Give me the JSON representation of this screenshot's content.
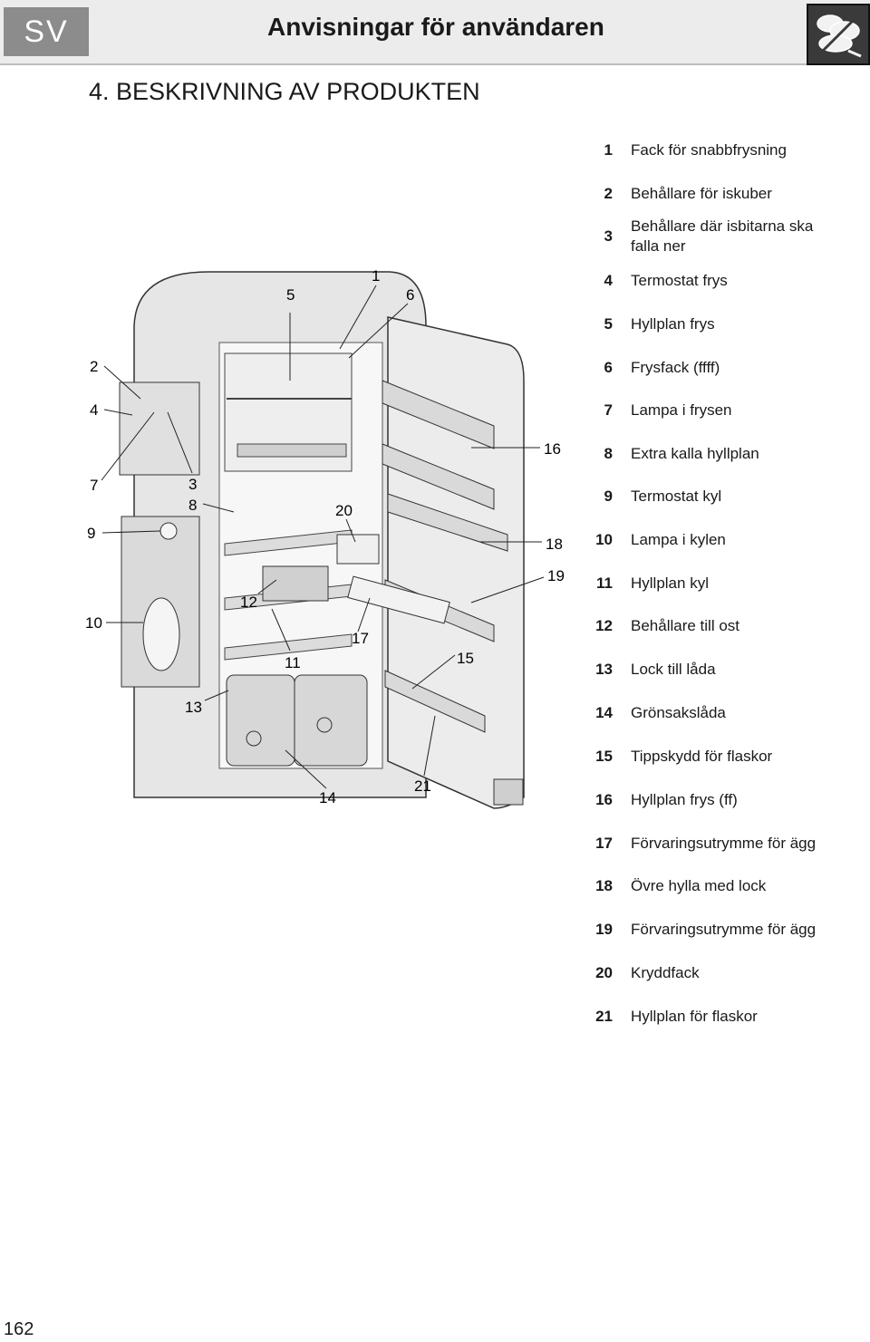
{
  "header": {
    "lang": "SV",
    "title": "Anvisningar för användaren"
  },
  "section": {
    "title": "4. BESKRIVNING AV PRODUKTEN"
  },
  "legend": [
    {
      "num": "1",
      "label": "Fack för snabbfrysning"
    },
    {
      "num": "2",
      "label": "Behållare för iskuber"
    },
    {
      "num": "3",
      "label": "Behållare där isbitarna ska falla ner"
    },
    {
      "num": "4",
      "label": "Termostat frys"
    },
    {
      "num": "5",
      "label": "Hyllplan frys"
    },
    {
      "num": "6",
      "label": "Frysfack (ffff)"
    },
    {
      "num": "7",
      "label": "Lampa i frysen"
    },
    {
      "num": "8",
      "label": "Extra kalla hyllplan"
    },
    {
      "num": "9",
      "label": "Termostat kyl"
    },
    {
      "num": "10",
      "label": "Lampa i kylen"
    },
    {
      "num": "11",
      "label": "Hyllplan kyl"
    },
    {
      "num": "12",
      "label": "Behållare till ost"
    },
    {
      "num": "13",
      "label": "Lock till låda"
    },
    {
      "num": "14",
      "label": "Grönsakslåda"
    },
    {
      "num": "15",
      "label": "Tippskydd för flaskor"
    },
    {
      "num": "16",
      "label": "Hyllplan frys (ff)"
    },
    {
      "num": "17",
      "label": "Förvaringsutrymme för ägg"
    },
    {
      "num": "18",
      "label": "Övre hylla med lock"
    },
    {
      "num": "19",
      "label": "Förvaringsutrymme för ägg"
    },
    {
      "num": "20",
      "label": "Kryddfack"
    },
    {
      "num": "21",
      "label": "Hyllplan för flaskor"
    }
  ],
  "callouts": [
    "1",
    "2",
    "3",
    "4",
    "5",
    "6",
    "7",
    "8",
    "9",
    "10",
    "11",
    "12",
    "13",
    "14",
    "15",
    "16",
    "17",
    "18",
    "19",
    "20",
    "21"
  ],
  "footer": {
    "page_number": "162"
  }
}
